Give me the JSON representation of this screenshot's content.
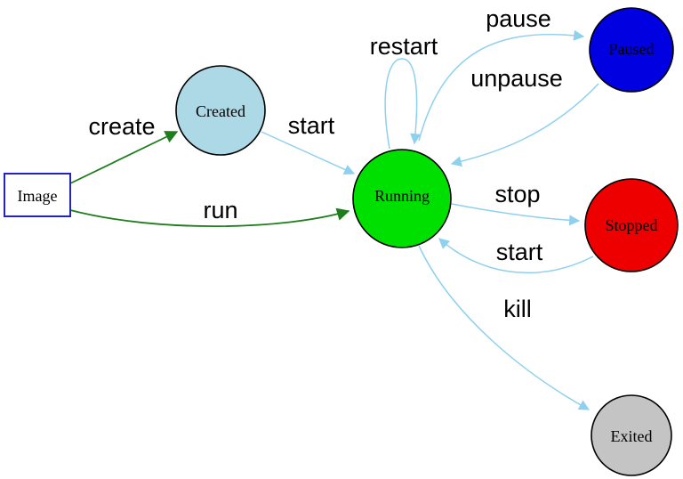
{
  "diagram": {
    "type": "state-diagram",
    "subject": "container-lifecycle",
    "background": "#ffffff",
    "colors": {
      "action_green": "#1e7e1e",
      "action_blue": "#8fd0ee",
      "node_border": "#000000",
      "image_box_border": "#2222cc",
      "label_color": "#000000"
    },
    "nodes": [
      {
        "id": "image",
        "label": "Image",
        "shape": "rect",
        "fill": "#ffffff"
      },
      {
        "id": "created",
        "label": "Created",
        "shape": "circle",
        "fill": "#add8e6"
      },
      {
        "id": "running",
        "label": "Running",
        "shape": "circle",
        "fill": "#00e000"
      },
      {
        "id": "paused",
        "label": "Paused",
        "shape": "circle",
        "fill": "#0000e0"
      },
      {
        "id": "stopped",
        "label": "Stopped",
        "shape": "circle",
        "fill": "#ee0000"
      },
      {
        "id": "exited",
        "label": "Exited",
        "shape": "circle",
        "fill": "#c4c4c4"
      }
    ],
    "edges": [
      {
        "label": "create",
        "from": "Image",
        "to": "Created",
        "color": "#1e7e1e"
      },
      {
        "label": "run",
        "from": "Image",
        "to": "Running",
        "color": "#1e7e1e"
      },
      {
        "label": "start",
        "from": "Created",
        "to": "Running",
        "color": "#8fd0ee"
      },
      {
        "label": "restart",
        "from": "Running",
        "to": "Running",
        "color": "#8fd0ee"
      },
      {
        "label": "pause",
        "from": "Running",
        "to": "Paused",
        "color": "#8fd0ee"
      },
      {
        "label": "unpause",
        "from": "Paused",
        "to": "Running",
        "color": "#8fd0ee"
      },
      {
        "label": "stop",
        "from": "Running",
        "to": "Stopped",
        "color": "#8fd0ee"
      },
      {
        "label": "start",
        "from": "Stopped",
        "to": "Running",
        "color": "#8fd0ee"
      },
      {
        "label": "kill",
        "from": "Running",
        "to": "Exited",
        "color": "#8fd0ee"
      }
    ]
  }
}
